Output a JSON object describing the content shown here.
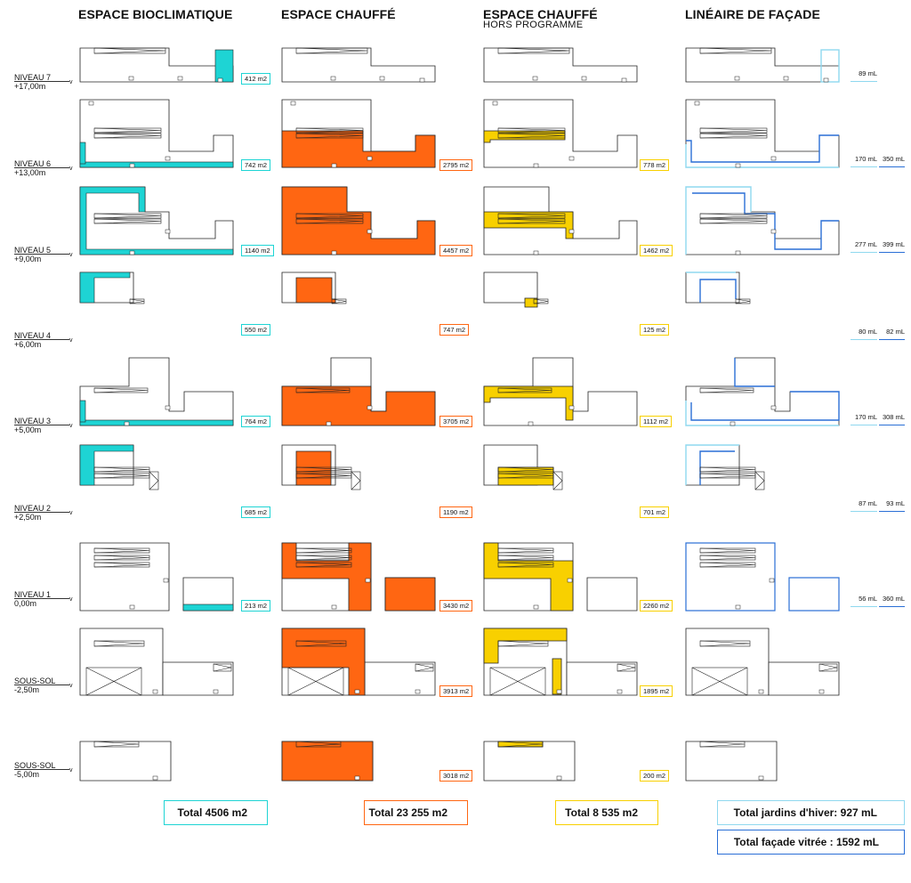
{
  "colors": {
    "bioclimatique": "#1ed4d4",
    "chauffe": "#ff6612",
    "hors_programme": "#f8d000",
    "jardins": "#8fd8ef",
    "facade": "#2a6fd6",
    "outline": "#222222"
  },
  "headers": {
    "bioclimatique": "ESPACE BIOCLIMATIQUE",
    "chauffe": "ESPACE CHAUFFÉ",
    "hors_programme": "ESPACE CHAUFFÉ",
    "hors_programme_sub": "HORS PROGRAMME",
    "facade": "LINÉAIRE DE FAÇADE"
  },
  "levels": [
    {
      "name": "NIVEAU 7",
      "height": "+17,00m",
      "bio": "412 m2",
      "chauffe": "",
      "hors": "",
      "jardin": "89 mL",
      "facade": ""
    },
    {
      "name": "NIVEAU 6",
      "height": "+13,00m",
      "bio": "742 m2",
      "chauffe": "2795 m2",
      "hors": "778 m2",
      "jardin": "170 mL",
      "facade": "350 mL"
    },
    {
      "name": "NIVEAU 5",
      "height": "+9,00m",
      "bio": "1140 m2",
      "chauffe": "4457 m2",
      "hors": "1462 m2",
      "jardin": "277 mL",
      "facade": "399 mL"
    },
    {
      "name": "NIVEAU 4",
      "height": "+6,00m",
      "bio": "550 m2",
      "chauffe": "747 m2",
      "hors": "125 m2",
      "jardin": "80 mL",
      "facade": "82 mL"
    },
    {
      "name": "NIVEAU 3",
      "height": "+5,00m",
      "bio": "764 m2",
      "chauffe": "3705 m2",
      "hors": "1112 m2",
      "jardin": "170 mL",
      "facade": "308 mL"
    },
    {
      "name": "NIVEAU 2",
      "height": "+2,50m",
      "bio": "685 m2",
      "chauffe": "1190 m2",
      "hors": "701 m2",
      "jardin": "87 mL",
      "facade": "93 mL"
    },
    {
      "name": "NIVEAU 1",
      "height": "0,00m",
      "bio": "213 m2",
      "chauffe": "3430 m2",
      "hors": "2260 m2",
      "jardin": "56 mL",
      "facade": "360 mL"
    },
    {
      "name": "SOUS-SOL",
      "height": "-2,50m",
      "bio": "",
      "chauffe": "3913 m2",
      "hors": "1895 m2",
      "jardin": "",
      "facade": ""
    },
    {
      "name": "SOUS-SOL",
      "height": "-5,00m",
      "bio": "",
      "chauffe": "3018 m2",
      "hors": "200 m2",
      "jardin": "",
      "facade": ""
    }
  ],
  "totals": {
    "bio": "Total 4506 m2",
    "chauffe": "Total 23 255 m2",
    "hors": "Total 8 535 m2",
    "jardins": "Total jardins d'hiver: 927 mL",
    "facade": "Total façade vitrée : 1592 mL"
  }
}
